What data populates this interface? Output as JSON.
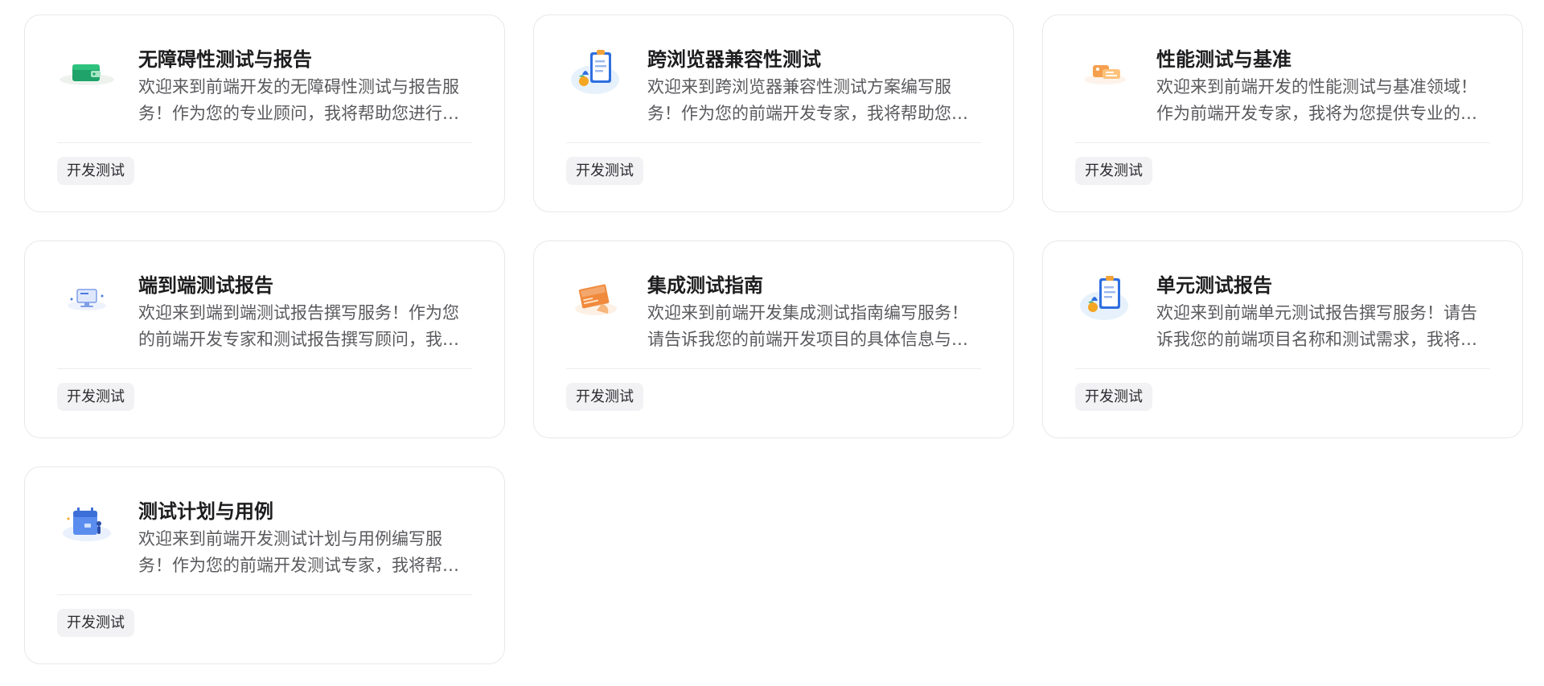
{
  "cards": [
    {
      "title": "无障碍性测试与报告",
      "description": "欢迎来到前端开发的无障碍性测试与报告服务！作为您的专业顾问，我将帮助您进行全面的无障碍性测试",
      "tag": "开发测试",
      "icon": "wallet-icon"
    },
    {
      "title": "跨浏览器兼容性测试",
      "description": "欢迎来到跨浏览器兼容性测试方案编写服务！作为您的前端开发专家，我将帮助您制定完整的测试方案",
      "tag": "开发测试",
      "icon": "clipboard-plant-icon"
    },
    {
      "title": "性能测试与基准",
      "description": "欢迎来到前端开发的性能测试与基准领域！作为前端开发专家，我将为您提供专业的性能测试建议",
      "tag": "开发测试",
      "icon": "folder-cards-icon"
    },
    {
      "title": "端到端测试报告",
      "description": "欢迎来到端到端测试报告撰写服务！作为您的前端开发专家和测试报告撰写顾问，我将为您提供帮助",
      "tag": "开发测试",
      "icon": "monitor-icon"
    },
    {
      "title": "集成测试指南",
      "description": "欢迎来到前端开发集成测试指南编写服务！请告诉我您的前端开发项目的具体信息与测试需求",
      "tag": "开发测试",
      "icon": "newspaper-icon"
    },
    {
      "title": "单元测试报告",
      "description": "欢迎来到前端单元测试报告撰写服务！请告诉我您的前端项目名称和测试需求，我将为您撰写报告",
      "tag": "开发测试",
      "icon": "clipboard-plant-icon"
    },
    {
      "title": "测试计划与用例",
      "description": "欢迎来到前端开发测试计划与用例编写服务！作为您的前端开发测试专家，我将帮助您编写测试计划",
      "tag": "开发测试",
      "icon": "calendar-person-icon"
    }
  ]
}
